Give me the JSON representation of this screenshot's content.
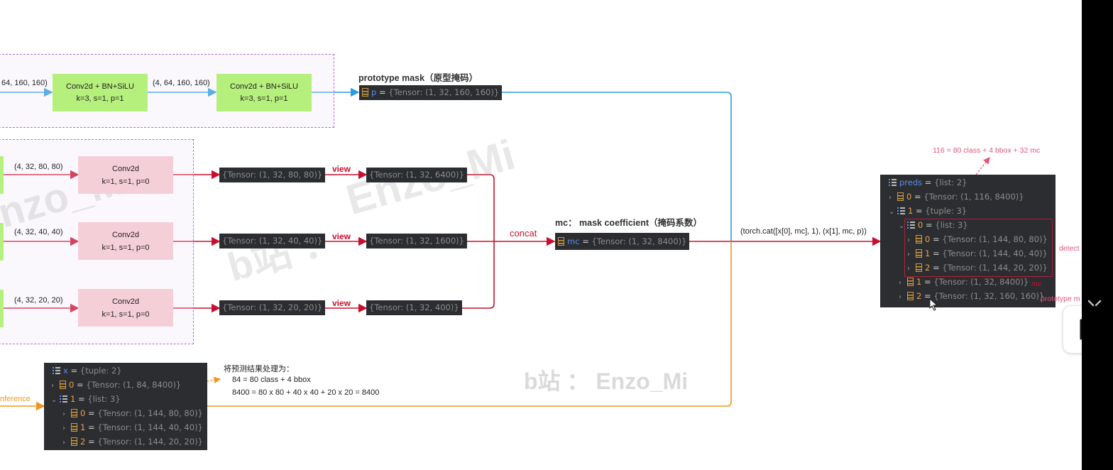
{
  "top_branch": {
    "in_shape": "64, 160, 160)",
    "conv1": {
      "line1": "Conv2d + BN+SiLU",
      "line2": "k=3, s=1, p=1"
    },
    "mid_shape": "(4, 64, 160, 160)",
    "conv2": {
      "line1": "Conv2d + BN+SiLU",
      "line2": "k=3, s=1, p=1"
    },
    "proto_title": "prototype mask（原型掩码）",
    "proto_var": "p",
    "proto_val": "{Tensor: (1, 32, 160, 160)}"
  },
  "mid_branch": {
    "rows": [
      {
        "shape": "(4, 32, 80, 80)",
        "conv_line1": "Conv2d",
        "conv_line2": "k=1, s=1, p=0",
        "tensor": "{Tensor: (1, 32, 80, 80)}",
        "view_label": "view",
        "view_tensor": "{Tensor: (1, 32, 6400)}"
      },
      {
        "shape": "(4, 32, 40, 40)",
        "conv_line1": "Conv2d",
        "conv_line2": "k=1, s=1, p=0",
        "tensor": "{Tensor: (1, 32, 40, 40)}",
        "view_label": "view",
        "view_tensor": "{Tensor: (1, 32, 1600)}"
      },
      {
        "shape": "(4, 32, 20, 20)",
        "conv_line1": "Conv2d",
        "conv_line2": "k=1, s=1, p=0",
        "tensor": "{Tensor: (1, 32, 20, 20)}",
        "view_label": "view",
        "view_tensor": "{Tensor: (1, 32, 400)}"
      }
    ],
    "concat_label": "concat",
    "mc_title": "mc：  mask coefficient（掩码系数）",
    "mc_var": "mc",
    "mc_val": "{Tensor: (1, 32, 8400)}",
    "cat_expr": "(torch.cat([x[0], mc], 1), (x[1], mc, p))"
  },
  "preds_panel": {
    "annotation": "116 = 80 class + 4 bbox + 32 mc",
    "rows": [
      {
        "chev": "",
        "icon": "list",
        "name": "preds",
        "val": "{list: 2}"
      },
      {
        "chev": "›",
        "icon": "tensor",
        "name": "0",
        "val": "{Tensor: (1, 116, 8400)}"
      },
      {
        "chev": "⌄",
        "icon": "list",
        "name": "1",
        "val": "{tuple: 3}"
      },
      {
        "chev": "⌄",
        "icon": "list",
        "name": "0",
        "val": "{list: 3}"
      },
      {
        "chev": "›",
        "icon": "tensor",
        "name": "0",
        "val": "{Tensor: (1, 144, 80, 80)}"
      },
      {
        "chev": "›",
        "icon": "tensor",
        "name": "1",
        "val": "{Tensor: (1, 144, 40, 40)}"
      },
      {
        "chev": "›",
        "icon": "tensor",
        "name": "2",
        "val": "{Tensor: (1, 144, 20, 20)}"
      },
      {
        "chev": "›",
        "icon": "tensor",
        "name": "1",
        "val": "{Tensor: (1, 32, 8400)}"
      },
      {
        "chev": "›",
        "icon": "tensor",
        "name": "2",
        "val": "{Tensor: (1, 32, 160, 160)}"
      }
    ],
    "side_detect": "detect",
    "side_mc": "mc",
    "side_proto": "prototype m"
  },
  "x_panel": {
    "rows": [
      {
        "chev": "",
        "icon": "list",
        "name": "x",
        "val": "{tuple: 2}"
      },
      {
        "chev": "›",
        "icon": "tensor",
        "name": "0",
        "val": "{Tensor: (1, 84, 8400)}"
      },
      {
        "chev": "⌄",
        "icon": "list",
        "name": "1",
        "val": "{list: 3}"
      },
      {
        "chev": "›",
        "icon": "tensor",
        "name": "0",
        "val": "{Tensor: (1, 144, 80, 80)}"
      },
      {
        "chev": "›",
        "icon": "tensor",
        "name": "1",
        "val": "{Tensor: (1, 144, 40, 40)}"
      },
      {
        "chev": "›",
        "icon": "tensor",
        "name": "2",
        "val": "{Tensor: (1, 144, 20, 20)}"
      }
    ],
    "inference_label": "nference",
    "note_title": "将预测结果处理为：",
    "note_line1": "84 = 80 class + 4 bbox",
    "note_line2": "8400 = 80 x 80 + 40 x 40 + 20 x 20 = 8400"
  },
  "watermarks": {
    "big": "Enzo_Mi",
    "bzhan": "b站 ：",
    "left": "nzo_Mi",
    "bottom": "b站 ：  Enzo_Mi"
  },
  "colors": {
    "red": "#c8102e",
    "blue": "#2d9be0",
    "orange": "#f0961e",
    "green_box": "#b6f07c",
    "pink_box": "#f5cfd8",
    "dashed_purple": "#b36cd9",
    "panel_bg": "#2b2d30"
  }
}
